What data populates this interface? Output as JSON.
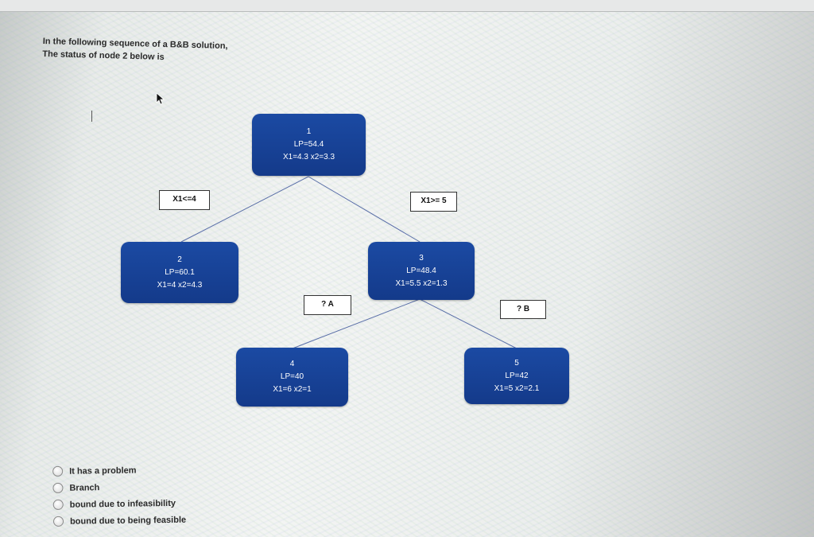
{
  "question": {
    "line1": "In the following sequence of a B&B solution,",
    "line2": "The status of node 2 below is"
  },
  "tree": {
    "nodes": [
      {
        "id": "1",
        "lp": "LP=54.4",
        "vars": "X1=4.3 x2=3.3"
      },
      {
        "id": "2",
        "lp": "LP=60.1",
        "vars": "X1=4 x2=4.3"
      },
      {
        "id": "3",
        "lp": "LP=48.4",
        "vars": "X1=5.5 x2=1.3"
      },
      {
        "id": "4",
        "lp": "LP=40",
        "vars": "X1=6 x2=1"
      },
      {
        "id": "5",
        "lp": "LP=42",
        "vars": "X1=5 x2=2.1"
      }
    ],
    "branch_labels": {
      "left": "X1<=4",
      "right": "X1>= 5",
      "a": "? A",
      "b": "? B"
    }
  },
  "options": [
    {
      "label": "It has a problem"
    },
    {
      "label": "Branch"
    },
    {
      "label": "bound due to infeasibility"
    },
    {
      "label": "bound due to being feasible"
    }
  ],
  "colors": {
    "node_fill": "#1b4aa3",
    "node_text": "#ffffff",
    "edge": "#5a6fa8"
  }
}
